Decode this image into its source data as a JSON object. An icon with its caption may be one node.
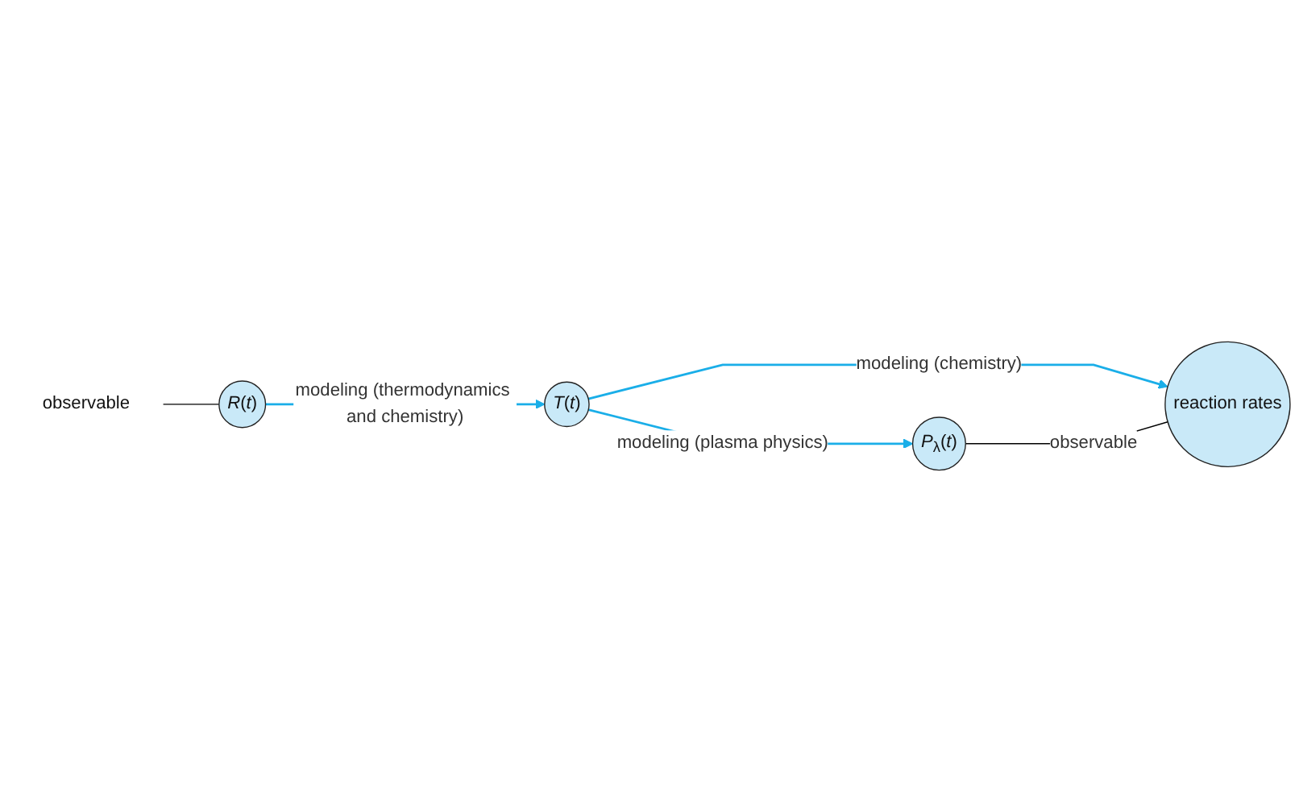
{
  "diagram": {
    "nodes": [
      {
        "text": [
          "*R*(*t*)"
        ]
      },
      {
        "text": [
          "*T*(*t*)"
        ]
      },
      {
        "text": [
          "*P*$_{λ}$(*t*)"
        ]
      },
      {
        "text": [
          "reaction rates"
        ]
      },
      {
        "text": [
          "observable"
        ]
      }
    ],
    "edges": [
      {
        "from": 0,
        "to": 1,
        "arrow": "to",
        "label": "modeling (thermodynamics and chemistry)"
      },
      {
        "from": 1,
        "to": 2,
        "arrow": "to",
        "label": "modeling (plasma physics)"
      },
      {
        "from": 1,
        "to": 3,
        "arrow": "to",
        "label": "modeling (chemistry)"
      },
      {
        "from": 2,
        "to": 3,
        "arrow": "none",
        "label": "observable",
        "color": "#000000"
      },
      {
        "from": 4,
        "to": 0,
        "arrow": "none",
        "color": "#000000"
      }
    ]
  }
}
